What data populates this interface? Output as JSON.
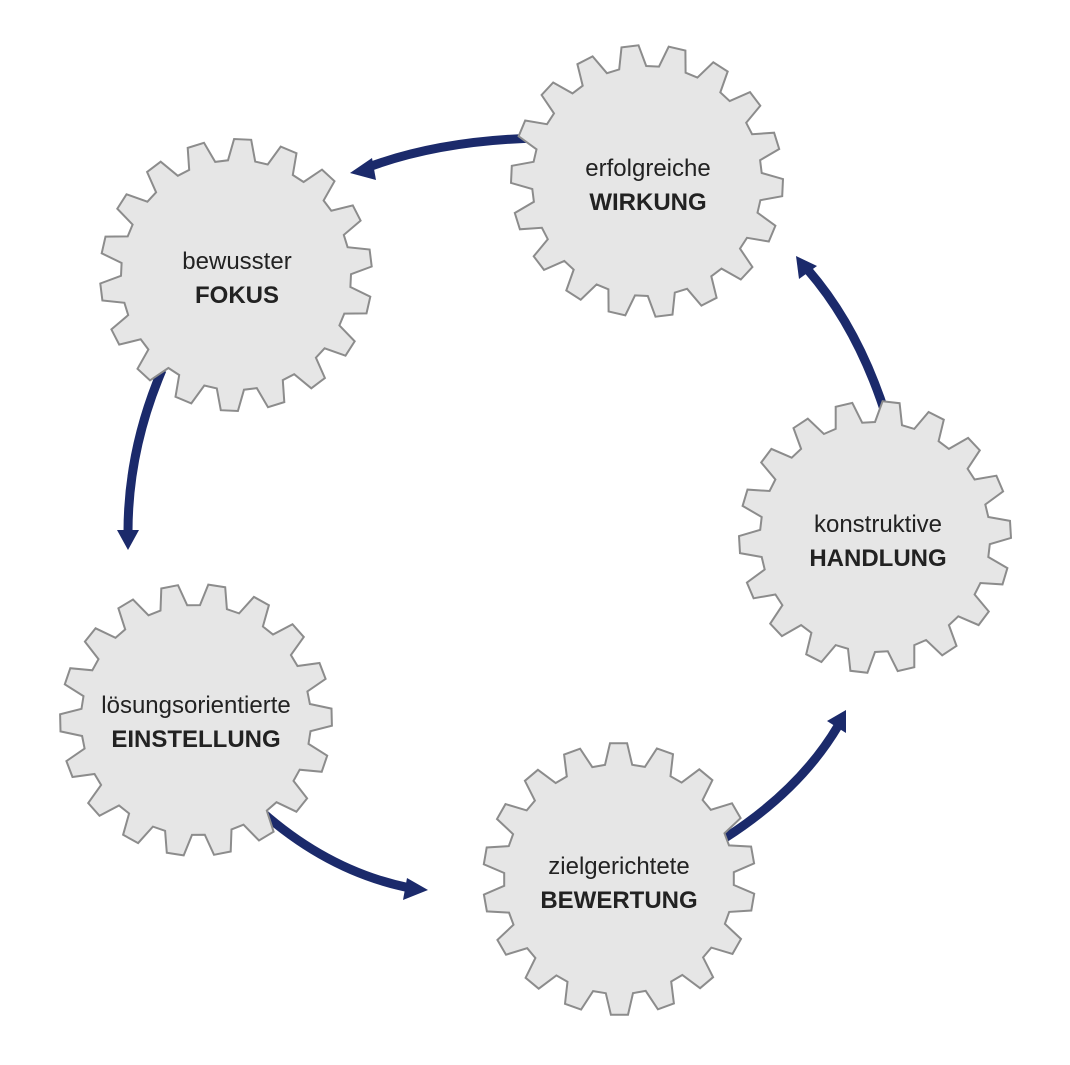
{
  "colors": {
    "gear_fill": "#e6e6e6",
    "gear_stroke": "#8c8c8c",
    "arrow": "#1b2a6b",
    "text": "#222222"
  },
  "gears": [
    {
      "id": "fokus",
      "line1": "bewusster",
      "line2": "FOKUS"
    },
    {
      "id": "wirkung",
      "line1": "erfolgreiche",
      "line2": "WIRKUNG"
    },
    {
      "id": "handlung",
      "line1": "konstruktive",
      "line2": "HANDLUNG"
    },
    {
      "id": "bewertung",
      "line1": "zielgerichtete",
      "line2": "BEWERTUNG"
    },
    {
      "id": "einstellung",
      "line1": "lösungsorientierte",
      "line2": "EINSTELLUNG"
    }
  ],
  "arrows": [
    {
      "from": "wirkung",
      "to": "fokus"
    },
    {
      "from": "fokus",
      "to": "einstellung"
    },
    {
      "from": "einstellung",
      "to": "bewertung"
    },
    {
      "from": "bewertung",
      "to": "handlung"
    },
    {
      "from": "handlung",
      "to": "wirkung"
    }
  ]
}
